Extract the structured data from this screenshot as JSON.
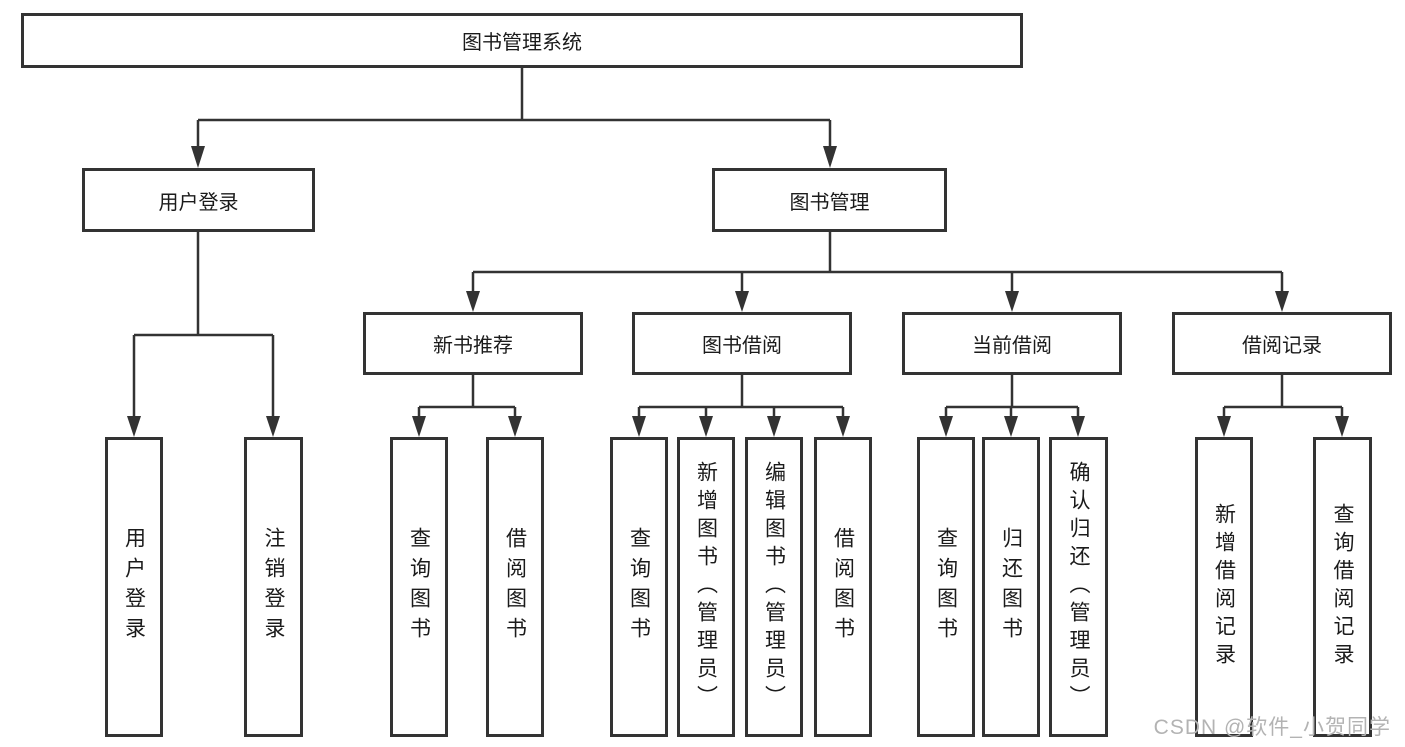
{
  "tree": {
    "label": "图书管理系统",
    "children": [
      {
        "label": "用户登录",
        "children": [
          {
            "label": "用户登录"
          },
          {
            "label": "注销登录"
          }
        ]
      },
      {
        "label": "图书管理",
        "children": [
          {
            "label": "新书推荐",
            "children": [
              {
                "label": "查询图书"
              },
              {
                "label": "借阅图书"
              }
            ]
          },
          {
            "label": "图书借阅",
            "children": [
              {
                "label": "查询图书"
              },
              {
                "label": "新增图书（管理员）"
              },
              {
                "label": "编辑图书（管理员）"
              },
              {
                "label": "借阅图书"
              }
            ]
          },
          {
            "label": "当前借阅",
            "children": [
              {
                "label": "查询图书"
              },
              {
                "label": "归还图书"
              },
              {
                "label": "确认归还（管理员）"
              }
            ]
          },
          {
            "label": "借阅记录",
            "children": [
              {
                "label": "新增借阅记录"
              },
              {
                "label": "查询借阅记录"
              }
            ]
          }
        ]
      }
    ]
  },
  "watermark": "CSDN @软件_小贺同学",
  "colors": {
    "line": "#333333",
    "box_border": "#333333",
    "box_fill": "#ffffff",
    "text": "#1b1b1b",
    "watermark": "#b3b3b3",
    "background": "#ffffff"
  }
}
